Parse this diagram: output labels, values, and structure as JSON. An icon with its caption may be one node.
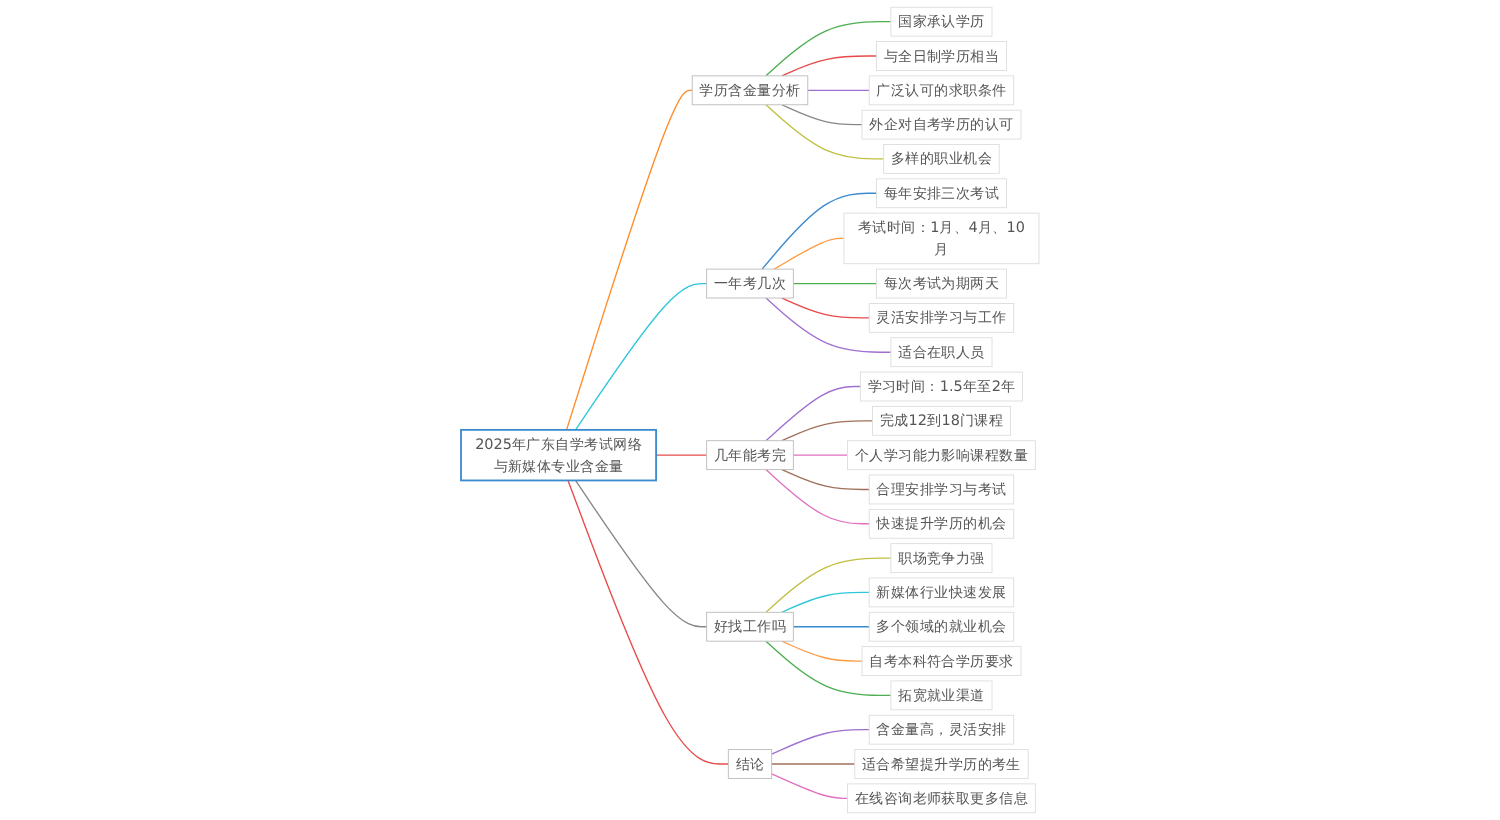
{
  "diagram": {
    "nodes": [
      {
        "text": [
          "2025年广东自学考试网络与新媒体专业含金量"
        ]
      },
      {
        "text": [
          "学历含金量分析"
        ]
      },
      {
        "text": [
          "国家承认学历"
        ]
      },
      {
        "text": [
          "与全日制学历相当"
        ]
      },
      {
        "text": [
          "广泛认可的求职条件"
        ]
      },
      {
        "text": [
          "外企对自考学历的认可"
        ]
      },
      {
        "text": [
          "多样的职业机会"
        ]
      },
      {
        "text": [
          "一年考几次"
        ]
      },
      {
        "text": [
          "每年安排三次考试"
        ]
      },
      {
        "text": [
          "考试时间：1月、4月、10月"
        ]
      },
      {
        "text": [
          "每次考试为期两天"
        ]
      },
      {
        "text": [
          "灵活安排学习与工作"
        ]
      },
      {
        "text": [
          "适合在职人员"
        ]
      },
      {
        "text": [
          "几年能考完"
        ]
      },
      {
        "text": [
          "学习时间：1.5年至2年"
        ]
      },
      {
        "text": [
          "完成12到18门课程"
        ]
      },
      {
        "text": [
          "个人学习能力影响课程数量"
        ]
      },
      {
        "text": [
          "合理安排学习与考试"
        ]
      },
      {
        "text": [
          "快速提升学历的机会"
        ]
      },
      {
        "text": [
          "好找工作吗"
        ]
      },
      {
        "text": [
          "职场竞争力强"
        ]
      },
      {
        "text": [
          "新媒体行业快速发展"
        ]
      },
      {
        "text": [
          "多个领域的就业机会"
        ]
      },
      {
        "text": [
          "自考本科符合学历要求"
        ]
      },
      {
        "text": [
          "拓宽就业渠道"
        ]
      },
      {
        "text": [
          "结论"
        ]
      },
      {
        "text": [
          "含金量高，灵活安排"
        ]
      },
      {
        "text": [
          "适合希望提升学历的考生"
        ]
      },
      {
        "text": [
          "在线咨询老师获取更多信息"
        ]
      }
    ],
    "edges": [
      {
        "from": 0,
        "to": 1,
        "arrow": "none",
        "color": "#ff8c2a"
      },
      {
        "from": 1,
        "to": 2,
        "arrow": "none",
        "color": "#4caf50"
      },
      {
        "from": 1,
        "to": 3,
        "arrow": "none",
        "color": "#e84a4a"
      },
      {
        "from": 1,
        "to": 4,
        "arrow": "none",
        "color": "#a070d0"
      },
      {
        "from": 1,
        "to": 5,
        "arrow": "none",
        "color": "#888888"
      },
      {
        "from": 1,
        "to": 6,
        "arrow": "none",
        "color": "#c0c040"
      },
      {
        "from": 0,
        "to": 7,
        "arrow": "none",
        "color": "#2ec7d9"
      },
      {
        "from": 7,
        "to": 8,
        "arrow": "none",
        "color": "#3a8ad0"
      },
      {
        "from": 7,
        "to": 9,
        "arrow": "none",
        "color": "#ff9a40"
      },
      {
        "from": 7,
        "to": 10,
        "arrow": "none",
        "color": "#4caf50"
      },
      {
        "from": 7,
        "to": 11,
        "arrow": "none",
        "color": "#e84a4a"
      },
      {
        "from": 7,
        "to": 12,
        "arrow": "none",
        "color": "#a070d0"
      },
      {
        "from": 0,
        "to": 13,
        "arrow": "none",
        "color": "#e84a4a"
      },
      {
        "from": 13,
        "to": 14,
        "arrow": "none",
        "color": "#a070d0"
      },
      {
        "from": 13,
        "to": 15,
        "arrow": "none",
        "color": "#a0705a"
      },
      {
        "from": 13,
        "to": 16,
        "arrow": "none",
        "color": "#e070c0"
      },
      {
        "from": 13,
        "to": 17,
        "arrow": "none",
        "color": "#a0705a"
      },
      {
        "from": 13,
        "to": 18,
        "arrow": "none",
        "color": "#e070c0"
      },
      {
        "from": 0,
        "to": 19,
        "arrow": "none",
        "color": "#888888"
      },
      {
        "from": 19,
        "to": 20,
        "arrow": "none",
        "color": "#c0c040"
      },
      {
        "from": 19,
        "to": 21,
        "arrow": "none",
        "color": "#2ec7d9"
      },
      {
        "from": 19,
        "to": 22,
        "arrow": "none",
        "color": "#3a8ad0"
      },
      {
        "from": 19,
        "to": 23,
        "arrow": "none",
        "color": "#ff9a40"
      },
      {
        "from": 19,
        "to": 24,
        "arrow": "none",
        "color": "#4caf50"
      },
      {
        "from": 0,
        "to": 25,
        "arrow": "none",
        "color": "#e84a4a"
      },
      {
        "from": 25,
        "to": 26,
        "arrow": "none",
        "color": "#a070d0"
      },
      {
        "from": 25,
        "to": 27,
        "arrow": "none",
        "color": "#a0705a"
      },
      {
        "from": 25,
        "to": 28,
        "arrow": "none",
        "color": "#e070c0"
      }
    ]
  }
}
